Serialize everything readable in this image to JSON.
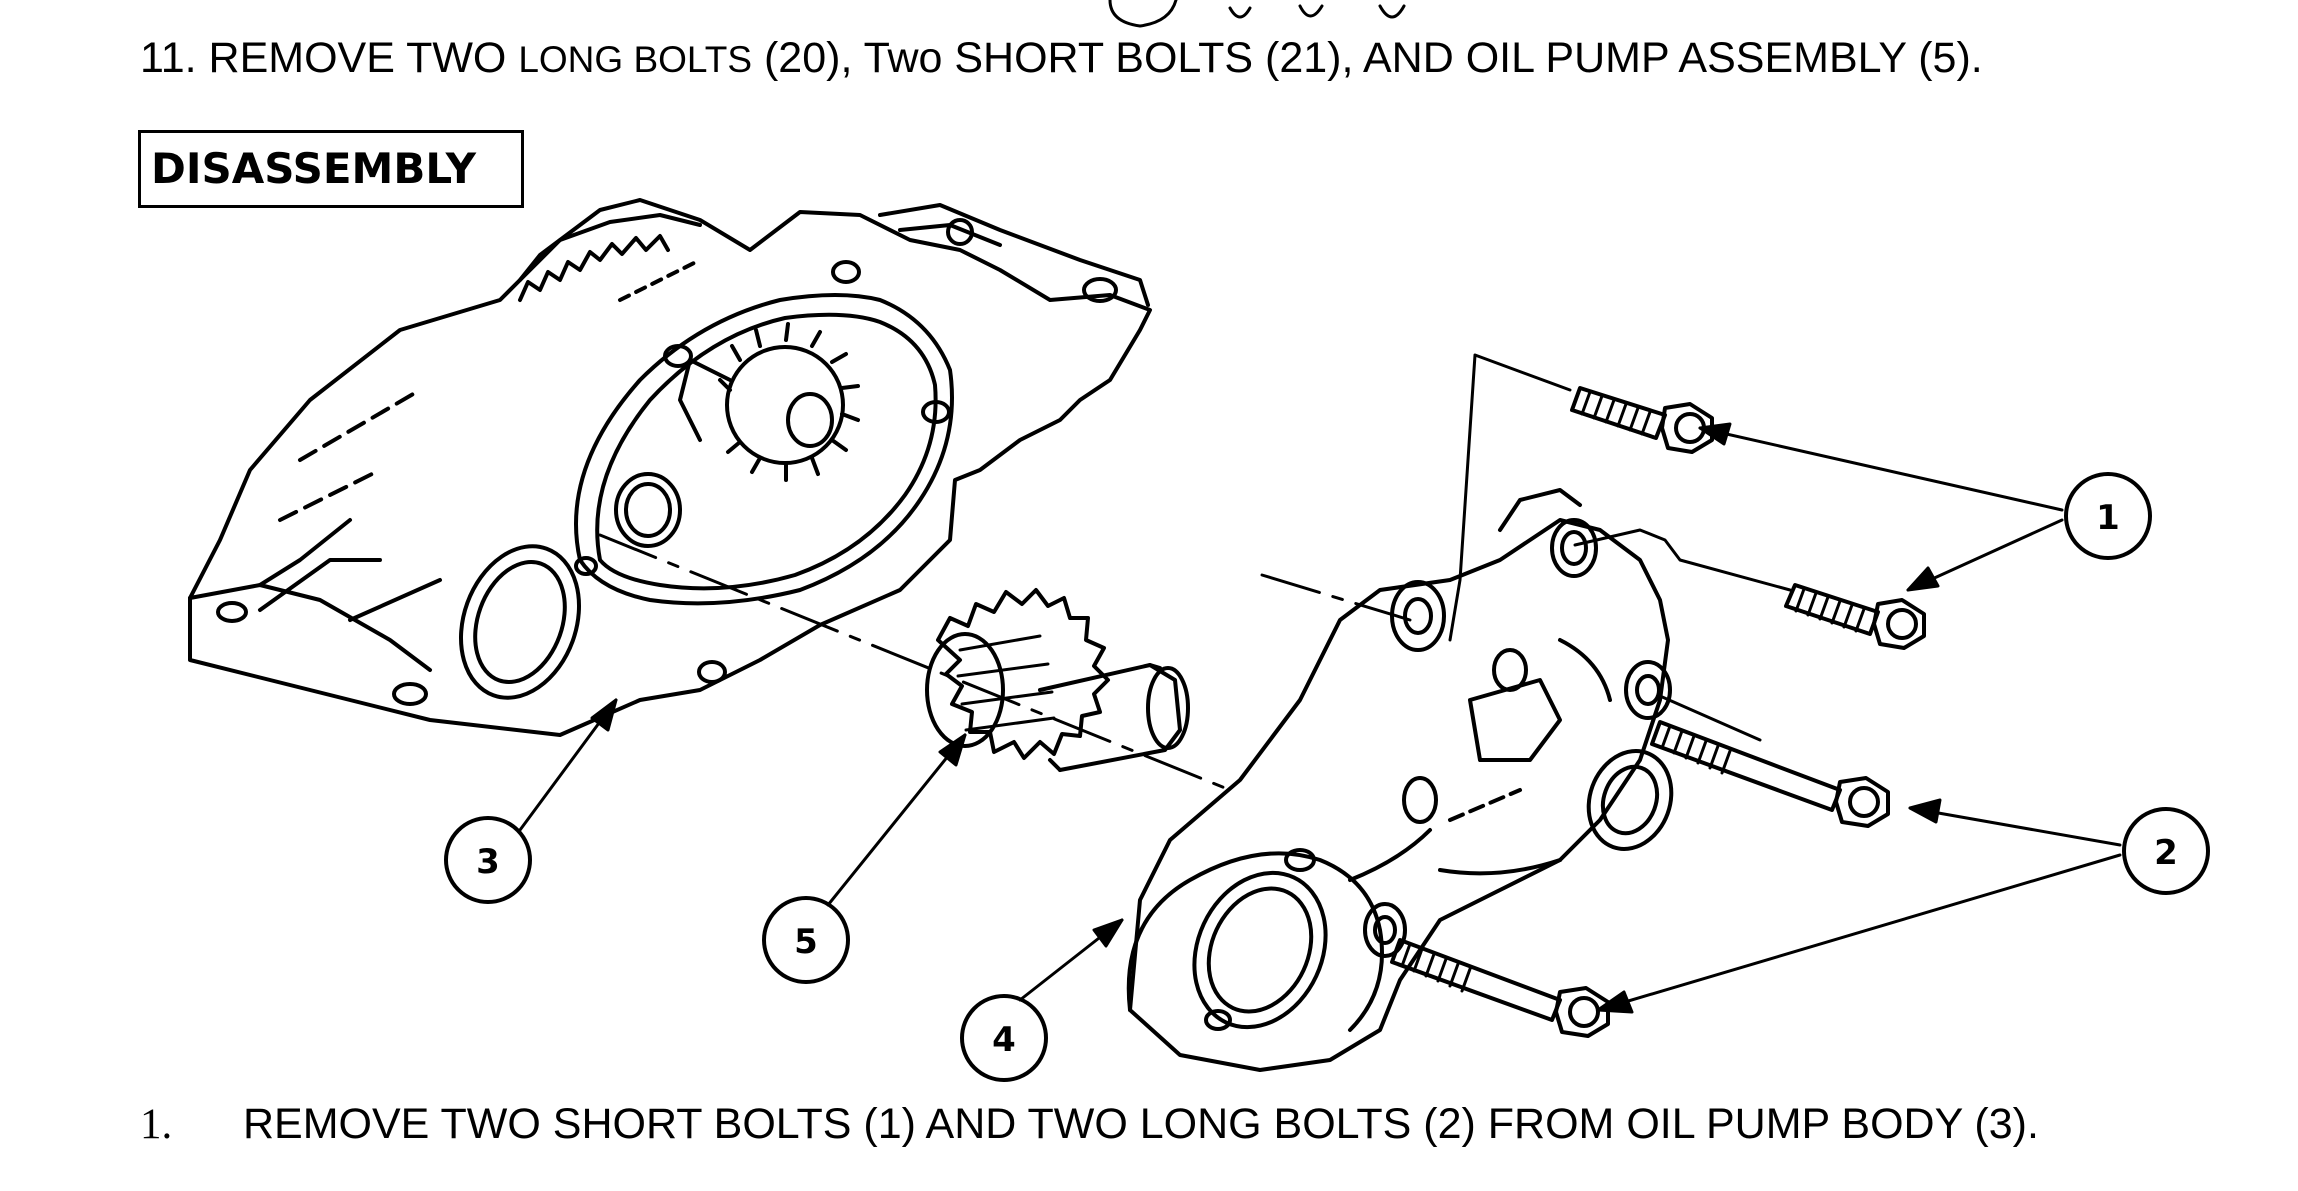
{
  "step_11": {
    "prefix": "11. REMOVE TWO ",
    "long_bolts": "LONG BOLTS",
    "mid": " (20), Two ",
    "rest": "SHORT BOLTS (21), AND OIL PUMP ASSEMBLY (5)."
  },
  "section_heading": "DISASSEMBLY",
  "callouts": [
    {
      "id": "1"
    },
    {
      "id": "2"
    },
    {
      "id": "3"
    },
    {
      "id": "4"
    },
    {
      "id": "5"
    }
  ],
  "step_1": {
    "number": "1.",
    "text": "REMOVE TWO SHORT BOLTS (1) AND TWO LONG BOLTS (2) FROM OIL PUMP BODY (3)."
  }
}
